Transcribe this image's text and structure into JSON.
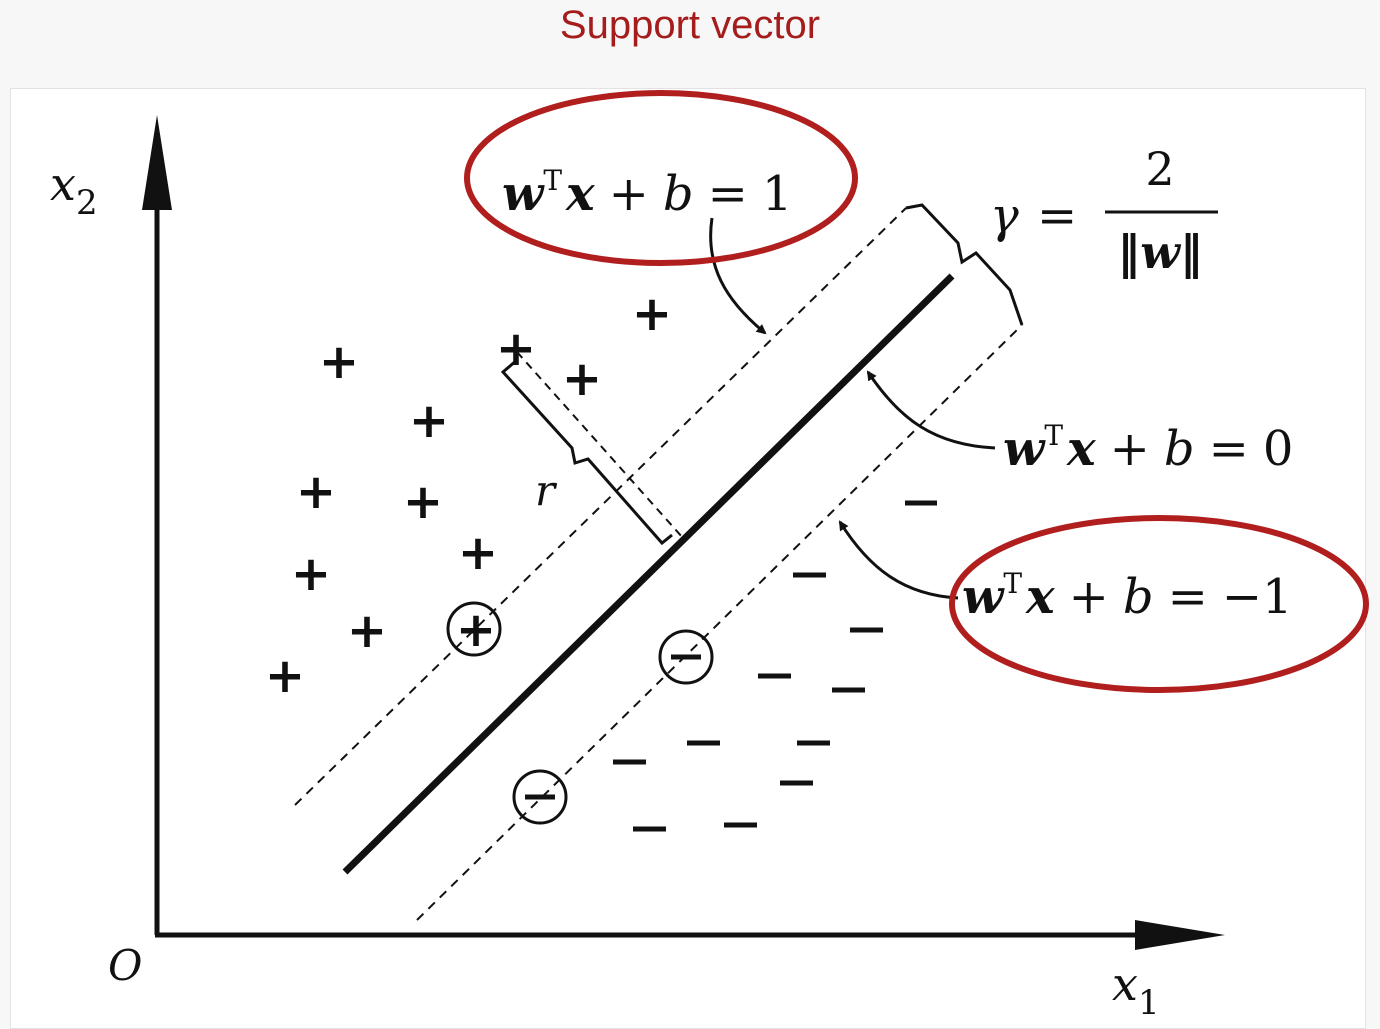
{
  "title": "Support vector",
  "colors": {
    "title": "#a51c1c",
    "highlight": "#b01e1e",
    "ink": "#111111"
  },
  "axes": {
    "y_var": "x",
    "y_sub": "2",
    "x_var": "x",
    "x_sub": "1",
    "origin": "O"
  },
  "equations": {
    "positive": {
      "w": "w",
      "sup": "T",
      "x": "x",
      "plus": "+",
      "b": "b",
      "eq": "=",
      "rhs": "1"
    },
    "hyperplane": {
      "w": "w",
      "sup": "T",
      "x": "x",
      "plus": "+",
      "b": "b",
      "eq": "=",
      "rhs": "0"
    },
    "negative": {
      "w": "w",
      "sup": "T",
      "x": "x",
      "plus": "+",
      "b": "b",
      "eq": "=",
      "rhs": "−1"
    }
  },
  "margin": {
    "gamma": "γ",
    "eq": "=",
    "numerator": "2",
    "denominator": "‖w‖"
  },
  "distance_label": "r",
  "plus_symbol": "+",
  "minus_symbol": "−"
}
